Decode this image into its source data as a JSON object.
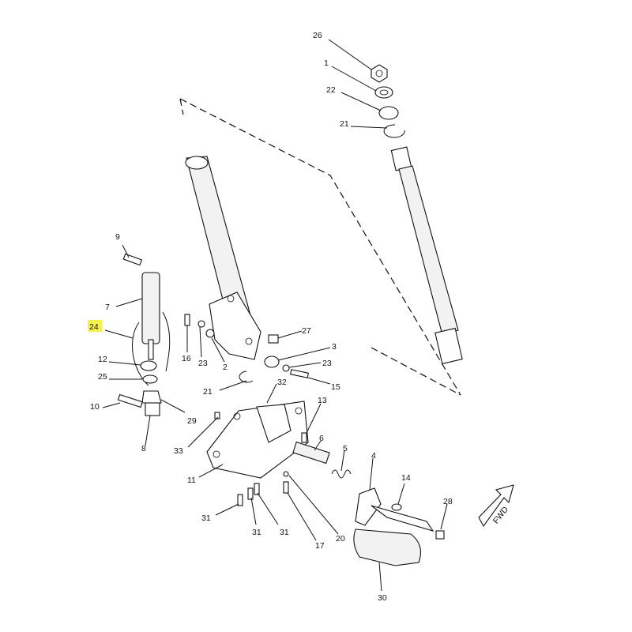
{
  "diagram": {
    "highlighted_callout": "24",
    "highlight_color": "#f6f04a",
    "direction_arrow_label": "FWD",
    "callouts": {
      "c26": "26",
      "c1": "1",
      "c22": "22",
      "c21a": "21",
      "c9": "9",
      "c7": "7",
      "c24": "24",
      "c12": "12",
      "c25": "25",
      "c10": "10",
      "c8": "8",
      "c29": "29",
      "c16": "16",
      "c23a": "23",
      "c2": "2",
      "c27": "27",
      "c3": "3",
      "c23b": "23",
      "c15": "15",
      "c21b": "21",
      "c32": "32",
      "c13": "13",
      "c6": "6",
      "c5": "5",
      "c4": "4",
      "c14": "14",
      "c28": "28",
      "c33": "33",
      "c11": "11",
      "c31a": "31",
      "c31b": "31",
      "c31c": "31",
      "c17": "17",
      "c20": "20",
      "c30": "30"
    }
  }
}
